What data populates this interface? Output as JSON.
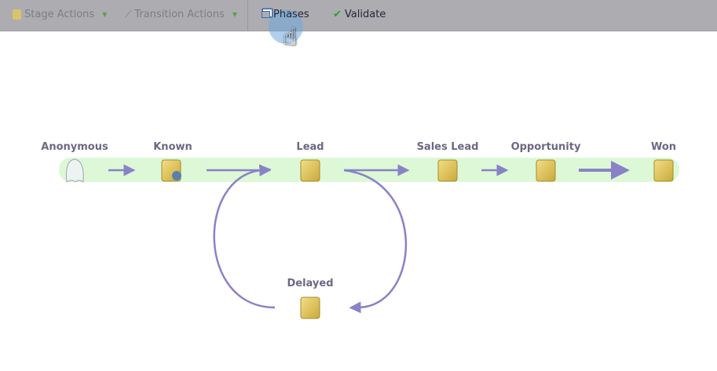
{
  "toolbar": {
    "stage_actions": "Stage Actions",
    "transition_actions": "Transition Actions",
    "phases": "Phases",
    "validate": "Validate"
  },
  "stages": [
    {
      "label": "Anonymous"
    },
    {
      "label": "Known"
    },
    {
      "label": "Lead"
    },
    {
      "label": "Sales Lead"
    },
    {
      "label": "Opportunity"
    },
    {
      "label": "Won"
    },
    {
      "label": "Delayed"
    }
  ],
  "colors": {
    "arrow": "#8a82c6",
    "band": "#dcf8d6",
    "toolbar": "#acacb1"
  }
}
